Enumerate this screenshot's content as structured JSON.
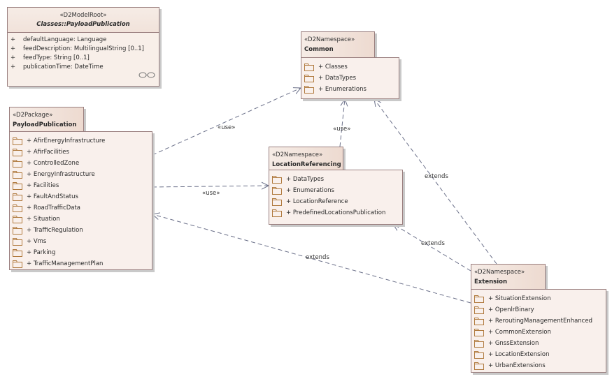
{
  "diagram": {
    "model_root": {
      "stereotype": "«D2ModelRoot»",
      "name": "Classes::PayloadPublication",
      "attributes": [
        {
          "visibility": "+",
          "text": "defaultLanguage: Language"
        },
        {
          "visibility": "+",
          "text": "feedDescription: MultilingualString [0..1]"
        },
        {
          "visibility": "+",
          "text": "feedType: String [0..1]"
        },
        {
          "visibility": "+",
          "text": "publicationTime: DateTime"
        }
      ],
      "link_icon": "link-icon"
    },
    "packages": {
      "payload_publication": {
        "stereotype": "«D2Package»",
        "name": "PayloadPublication",
        "items": [
          "+ AfirEnergyInfrastructure",
          "+ AfirFacilities",
          "+ ControlledZone",
          "+ EnergyInfrastructure",
          "+ Facilities",
          "+ FaultAndStatus",
          "+ RoadTrafficData",
          "+ Situation",
          "+ TrafficRegulation",
          "+ Vms",
          "+ Parking",
          "+ TrafficManagementPlan"
        ]
      },
      "common": {
        "stereotype": "«D2Namespace»",
        "name": "Common",
        "items": [
          "+ Classes",
          "+ DataTypes",
          "+ Enumerations"
        ]
      },
      "location_referencing": {
        "stereotype": "«D2Namespace»",
        "name": "LocationReferencing",
        "items": [
          "+ DataTypes",
          "+ Enumerations",
          "+ LocationReference",
          "+ PredefinedLocationsPublication"
        ]
      },
      "extension": {
        "stereotype": "«D2Namespace»",
        "name": "Extension",
        "items": [
          "+ SituationExtension",
          "+ OpenlrBinary",
          "+ ReroutingManagementEnhanced",
          "+ CommonExtension",
          "+ GnssExtension",
          "+ LocationExtension",
          "+ UrbanExtensions"
        ]
      }
    },
    "connectors": [
      {
        "from": "PayloadPublication",
        "to": "Common",
        "label": "«use»",
        "kind": "dependency"
      },
      {
        "from": "PayloadPublication",
        "to": "LocationReferencing",
        "label": "«use»",
        "kind": "dependency"
      },
      {
        "from": "LocationReferencing",
        "to": "Common",
        "label": "«use»",
        "kind": "dependency"
      },
      {
        "from": "Extension",
        "to": "Common",
        "label": "extends",
        "kind": "dependency"
      },
      {
        "from": "Extension",
        "to": "LocationReferencing",
        "label": "extends",
        "kind": "dependency"
      },
      {
        "from": "Extension",
        "to": "PayloadPublication",
        "label": "extends",
        "kind": "dependency"
      }
    ],
    "colors": {
      "box_fill": "#f9f0ec",
      "box_border": "#9a7f7f",
      "folder_icon": "#b07a3e",
      "connector": "#6b7089"
    }
  }
}
